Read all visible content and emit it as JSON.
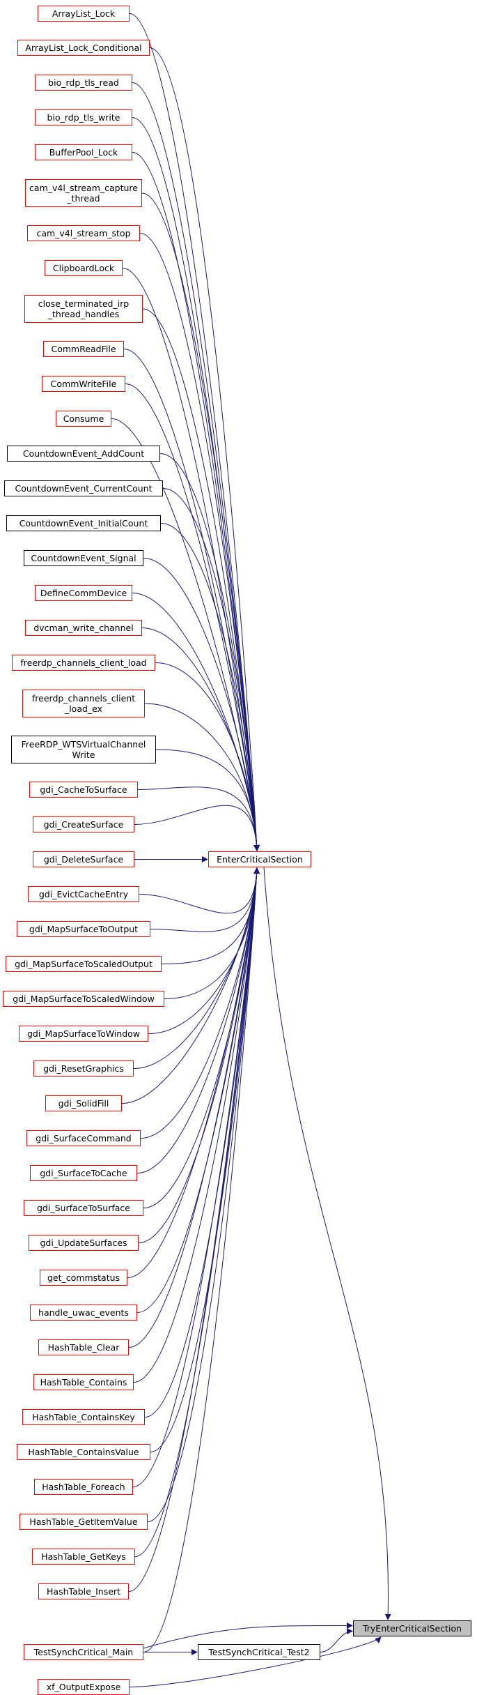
{
  "colors": {
    "edge": "#191970",
    "red_border": "#ff0000",
    "black_border": "#000000",
    "highlight_fill": "#bfbfbf"
  },
  "callers": [
    {
      "label": "ArrayList_Lock",
      "border": "red"
    },
    {
      "label": "ArrayList_Lock_Conditional",
      "border": "red"
    },
    {
      "label": "bio_rdp_tls_read",
      "border": "red"
    },
    {
      "label": "bio_rdp_tls_write",
      "border": "red"
    },
    {
      "label": "BufferPool_Lock",
      "border": "red"
    },
    {
      "label": "cam_v4l_stream_capture\n_thread",
      "border": "red"
    },
    {
      "label": "cam_v4l_stream_stop",
      "border": "red"
    },
    {
      "label": "ClipboardLock",
      "border": "red"
    },
    {
      "label": "close_terminated_irp\n_thread_handles",
      "border": "red"
    },
    {
      "label": "CommReadFile",
      "border": "red"
    },
    {
      "label": "CommWriteFile",
      "border": "red"
    },
    {
      "label": "Consume",
      "border": "red"
    },
    {
      "label": "CountdownEvent_AddCount",
      "border": "black"
    },
    {
      "label": "CountdownEvent_CurrentCount",
      "border": "black"
    },
    {
      "label": "CountdownEvent_InitialCount",
      "border": "black"
    },
    {
      "label": "CountdownEvent_Signal",
      "border": "black"
    },
    {
      "label": "DefineCommDevice",
      "border": "red"
    },
    {
      "label": "dvcman_write_channel",
      "border": "red"
    },
    {
      "label": "freerdp_channels_client_load",
      "border": "red"
    },
    {
      "label": "freerdp_channels_client\n_load_ex",
      "border": "red"
    },
    {
      "label": "FreeRDP_WTSVirtualChannel\nWrite",
      "border": "black"
    },
    {
      "label": "gdi_CacheToSurface",
      "border": "red"
    },
    {
      "label": "gdi_CreateSurface",
      "border": "red"
    },
    {
      "label": "gdi_DeleteSurface",
      "border": "red"
    },
    {
      "label": "gdi_EvictCacheEntry",
      "border": "red"
    },
    {
      "label": "gdi_MapSurfaceToOutput",
      "border": "red"
    },
    {
      "label": "gdi_MapSurfaceToScaledOutput",
      "border": "red"
    },
    {
      "label": "gdi_MapSurfaceToScaledWindow",
      "border": "red"
    },
    {
      "label": "gdi_MapSurfaceToWindow",
      "border": "red"
    },
    {
      "label": "gdi_ResetGraphics",
      "border": "red"
    },
    {
      "label": "gdi_SolidFill",
      "border": "red"
    },
    {
      "label": "gdi_SurfaceCommand",
      "border": "red"
    },
    {
      "label": "gdi_SurfaceToCache",
      "border": "red"
    },
    {
      "label": "gdi_SurfaceToSurface",
      "border": "red"
    },
    {
      "label": "gdi_UpdateSurfaces",
      "border": "red"
    },
    {
      "label": "get_commstatus",
      "border": "red"
    },
    {
      "label": "handle_uwac_events",
      "border": "red"
    },
    {
      "label": "HashTable_Clear",
      "border": "red"
    },
    {
      "label": "HashTable_Contains",
      "border": "red"
    },
    {
      "label": "HashTable_ContainsKey",
      "border": "red"
    },
    {
      "label": "HashTable_ContainsValue",
      "border": "red"
    },
    {
      "label": "HashTable_Foreach",
      "border": "red"
    },
    {
      "label": "HashTable_GetItemValue",
      "border": "red"
    },
    {
      "label": "HashTable_GetKeys",
      "border": "red"
    },
    {
      "label": "HashTable_Insert",
      "border": "red"
    },
    {
      "label": "TestSynchCritical_Main",
      "border": "red"
    },
    {
      "label": "xf_OutputExpose",
      "border": "red"
    }
  ],
  "hub": {
    "label": "EnterCriticalSection",
    "border": "red"
  },
  "middle": {
    "label": "TestSynchCritical_Test2",
    "border": "black"
  },
  "target": {
    "label": "TryEnterCriticalSection",
    "highlighted": true
  }
}
